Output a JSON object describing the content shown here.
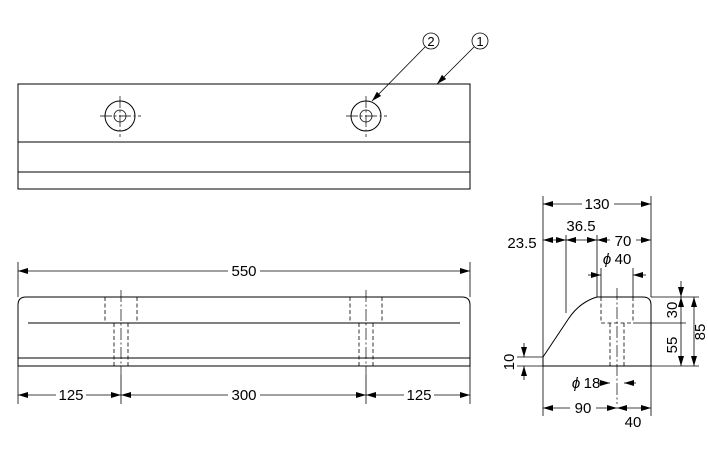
{
  "callouts": {
    "part1": "1",
    "part2": "2"
  },
  "front_view": {
    "overall_length": "550",
    "left_offset": "125",
    "hole_spacing": "300",
    "right_offset": "125"
  },
  "side_view": {
    "overall_width": "130",
    "slope_offset": "23.5",
    "top_flat": "36.5",
    "hole_to_edge": "70",
    "counterbore_dia": "40",
    "hole_dia": "18",
    "lower_width": "90",
    "lower_edge": "40",
    "base_height": "10",
    "counterbore_depth": "30",
    "remaining_height": "55",
    "total_height": "85",
    "dia_symbol": "ϕ"
  },
  "colors": {
    "ink": "#000000",
    "paper": "#ffffff"
  }
}
